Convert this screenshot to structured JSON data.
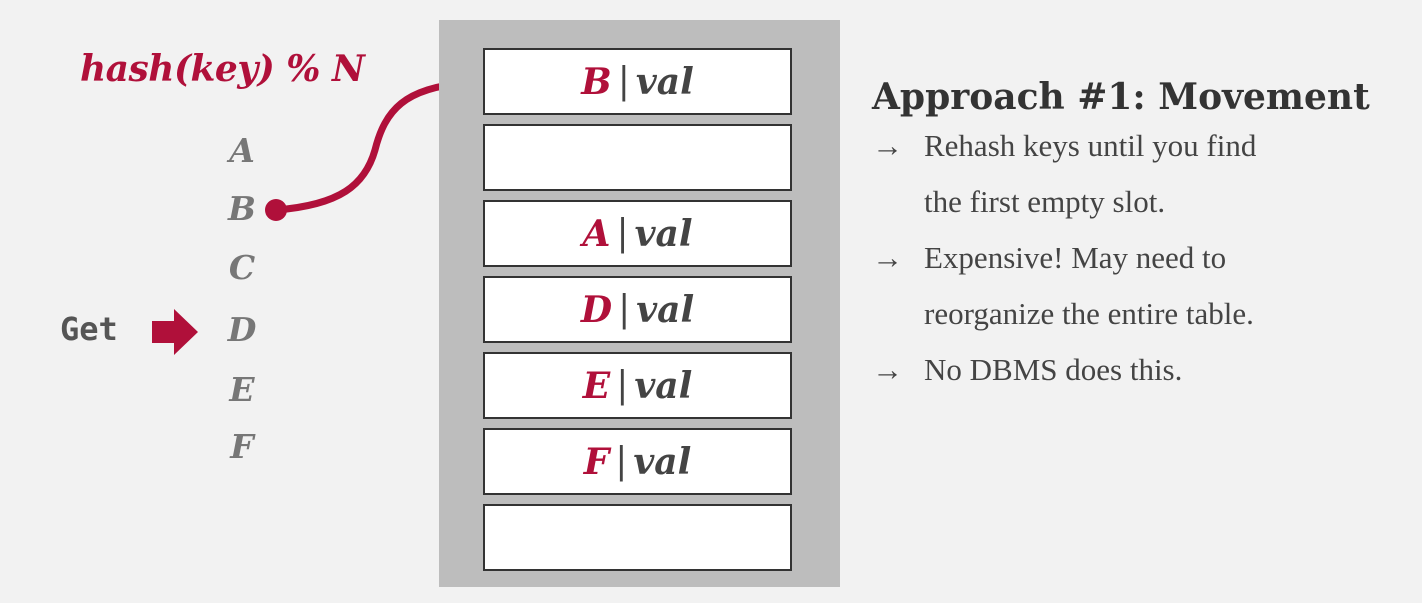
{
  "hash_label": "hash(key) % N",
  "keys": [
    "A",
    "B",
    "C",
    "D",
    "E",
    "F"
  ],
  "get_label": "Get",
  "slots": [
    {
      "key": "B",
      "sep": "|",
      "val": "val"
    },
    {
      "key": "",
      "sep": "",
      "val": ""
    },
    {
      "key": "A",
      "sep": "|",
      "val": "val"
    },
    {
      "key": "D",
      "sep": "|",
      "val": "val"
    },
    {
      "key": "E",
      "sep": "|",
      "val": "val"
    },
    {
      "key": "F",
      "sep": "|",
      "val": "val"
    },
    {
      "key": "",
      "sep": "",
      "val": ""
    }
  ],
  "approach": {
    "title": "Approach #1: Movement",
    "bullet_arrow": "→",
    "bullets": [
      "Rehash keys until you find",
      "the first empty slot.",
      "Expensive! May need to",
      "reorganize the entire table.",
      "No DBMS does this."
    ]
  },
  "colors": {
    "accent": "#b0103a",
    "key_gray": "#777777",
    "table_bg": "#bdbdbd",
    "page_bg": "#f2f2f2"
  }
}
